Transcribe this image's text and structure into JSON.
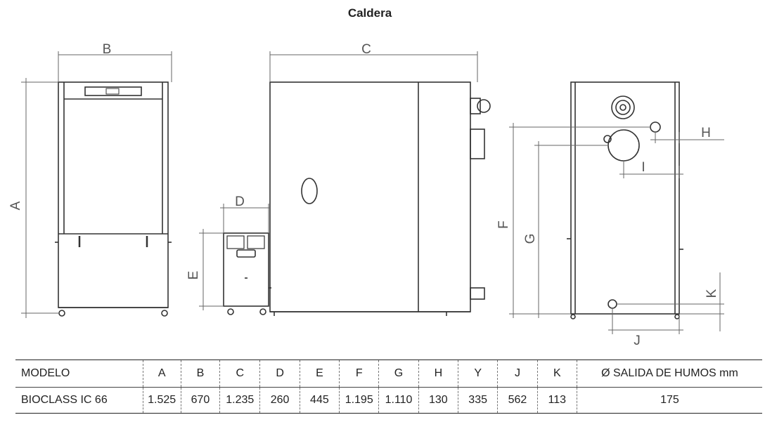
{
  "title": "Caldera",
  "dimension_letters": {
    "a": "A",
    "b": "B",
    "c": "C",
    "d": "D",
    "e": "E",
    "f": "F",
    "g": "G",
    "h": "H",
    "i": "I",
    "j": "J",
    "k": "K"
  },
  "table": {
    "headers": [
      "MODELO",
      "A",
      "B",
      "C",
      "D",
      "E",
      "F",
      "G",
      "H",
      "Y",
      "J",
      "K",
      "Ø SALIDA DE HUMOS mm"
    ],
    "rows": [
      [
        "BIOCLASS IC 66",
        "1.525",
        "670",
        "1.235",
        "260",
        "445",
        "1.195",
        "1.110",
        "130",
        "335",
        "562",
        "113",
        "175"
      ]
    ]
  }
}
